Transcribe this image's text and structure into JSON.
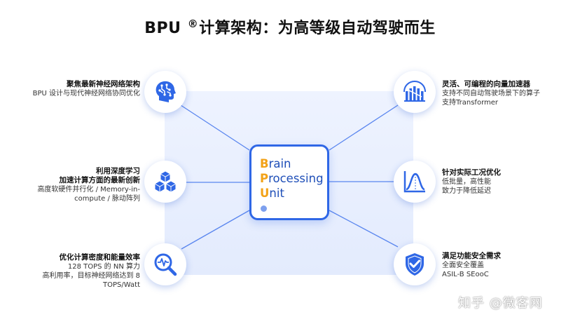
{
  "title": {
    "prefix": "BPU ",
    "reg": "®",
    "text": "计算架构：为高等级自动驾驶而生"
  },
  "center": {
    "lines": [
      {
        "initial": "B",
        "rest": "rain"
      },
      {
        "initial": "P",
        "rest": "rocessing"
      },
      {
        "initial": "U",
        "rest": "nit"
      }
    ]
  },
  "features": {
    "left": [
      {
        "icon": "brain-head-icon",
        "title_lines": [
          "聚焦最新神经网络架构"
        ],
        "desc_lines": [
          "BPU 设计与现代神经网络协同优化"
        ]
      },
      {
        "icon": "cubes-icon",
        "title_lines": [
          "利用深度学习",
          "加速计算方面的最新创新"
        ],
        "desc_lines": [
          "高度软硬件并行化 / Memory-in-",
          "compute / 脉动阵列"
        ]
      },
      {
        "icon": "magnifier-pulse-icon",
        "title_lines": [
          "优化计算密度和能量效率"
        ],
        "desc_lines": [
          "128 TOPS 的 NN 算力",
          "高利用率，目标神经网络达到 8",
          "TOPS/Watt"
        ]
      }
    ],
    "right": [
      {
        "icon": "programmable-accelerator-icon",
        "title_lines": [
          "灵活、可编程的向量加速器"
        ],
        "desc_lines": [
          "支持不同自动驾驶场景下的算子",
          "支持Transformer"
        ]
      },
      {
        "icon": "bell-curve-icon",
        "title_lines": [
          "针对实际工况优化"
        ],
        "desc_lines": [
          "低批量，高性能",
          "致力于降低延迟"
        ]
      },
      {
        "icon": "shield-check-icon",
        "title_lines": [
          "满足功能安全需求"
        ],
        "desc_lines": [
          "全面安全覆盖",
          "ASIL-B SEooC"
        ]
      }
    ]
  },
  "watermark": "知乎 @微客网",
  "colors": {
    "accent": "#2f67e6",
    "highlight": "#f2a218",
    "panel": "#e8efff",
    "connector": "#5a86ef"
  }
}
